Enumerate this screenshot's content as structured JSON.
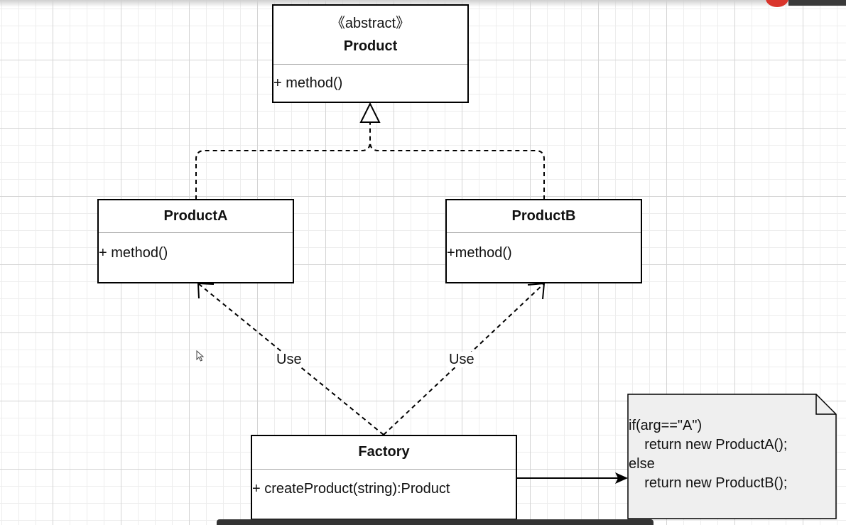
{
  "diagram": {
    "product": {
      "stereotype": "《abstract》",
      "name": "Product",
      "method": "+ method()"
    },
    "product_a": {
      "name": "ProductA",
      "method": "+ method()"
    },
    "product_b": {
      "name": "ProductB",
      "method": "+method()"
    },
    "factory": {
      "name": "Factory",
      "method": "+ createProduct(string):Product"
    },
    "edge_labels": {
      "use_a": "Use",
      "use_b": "Use"
    },
    "note": {
      "lines": [
        "if(arg==\"A\")",
        "    return new ProductA();",
        "else",
        "    return new ProductB();"
      ]
    }
  }
}
